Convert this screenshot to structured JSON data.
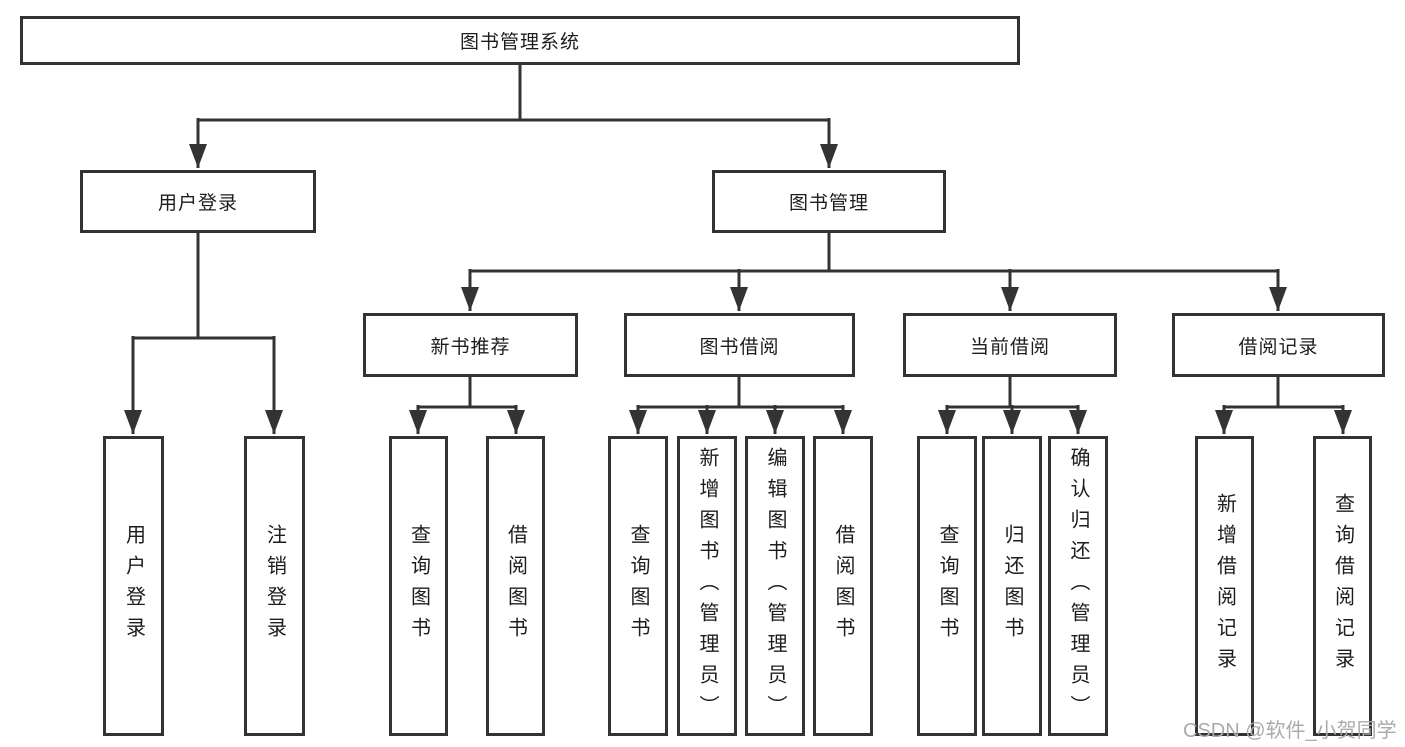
{
  "diagram": {
    "root_label": "图书管理系统",
    "branches": [
      {
        "label": "用户登录",
        "leaves": [
          "用户登录",
          "注销登录"
        ]
      },
      {
        "label": "图书管理",
        "groups": [
          {
            "label": "新书推荐",
            "leaves": [
              "查询图书",
              "借阅图书"
            ]
          },
          {
            "label": "图书借阅",
            "leaves": [
              "查询图书",
              "新增图书（管理员）",
              "编辑图书（管理员）",
              "借阅图书"
            ]
          },
          {
            "label": "当前借阅",
            "leaves": [
              "查询图书",
              "归还图书",
              "确认归还（管理员）"
            ]
          },
          {
            "label": "借阅记录",
            "leaves": [
              "新增借阅记录",
              "查询借阅记录"
            ]
          }
        ]
      }
    ]
  },
  "watermark": {
    "text": "CSDN @软件_小贺同学"
  },
  "colors": {
    "line": "#333333",
    "text": "#1d1d1f",
    "watermark": "#ababab",
    "background": "#ffffff"
  }
}
